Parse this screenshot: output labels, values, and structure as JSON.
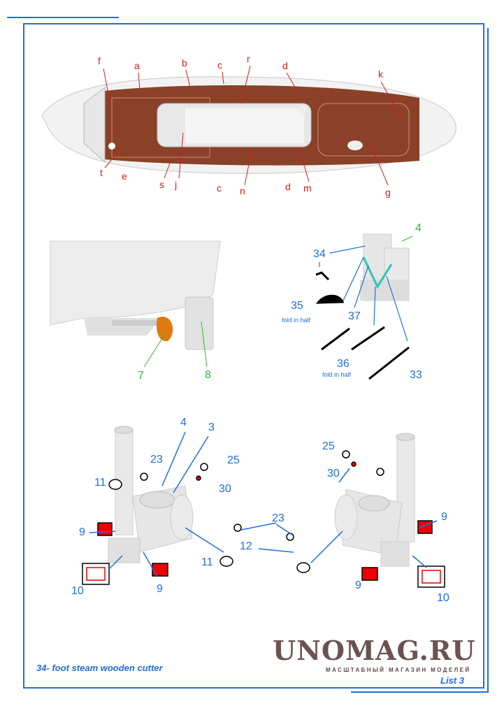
{
  "hull_plan_labels": [
    "f",
    "a",
    "b",
    "c",
    "r",
    "d",
    "k",
    "t",
    "e",
    "s",
    "j",
    "c",
    "n",
    "d",
    "m",
    "g"
  ],
  "stern_labels": {
    "propeller": "7",
    "rudder": "8"
  },
  "engine_labels": {
    "engine": "4",
    "p34": "34",
    "p35": "35",
    "p35_note": "fold in half",
    "p37": "37",
    "p36": "36",
    "p36_note": "fold in half",
    "p33": "33"
  },
  "boiler_labels": [
    "4",
    "3",
    "23",
    "25",
    "11",
    "30",
    "9",
    "10",
    "9",
    "23",
    "12",
    "11",
    "25",
    "30",
    "9",
    "9",
    "10"
  ],
  "footer": {
    "title": "34- foot steam wooden cutter",
    "logo": "UNOMAG.RU",
    "logo_subtitle": "МАСШТАБНЫЙ МАГАЗИН МОДЕЛЕЙ",
    "sheet": "List 3"
  },
  "colors": {
    "frame": "#1f6fe0",
    "deck": "#8a4128",
    "label_red": "#d0201c",
    "label_green": "#39b533",
    "part_teal": "#2ec4b6",
    "propeller": "#e07a10"
  }
}
